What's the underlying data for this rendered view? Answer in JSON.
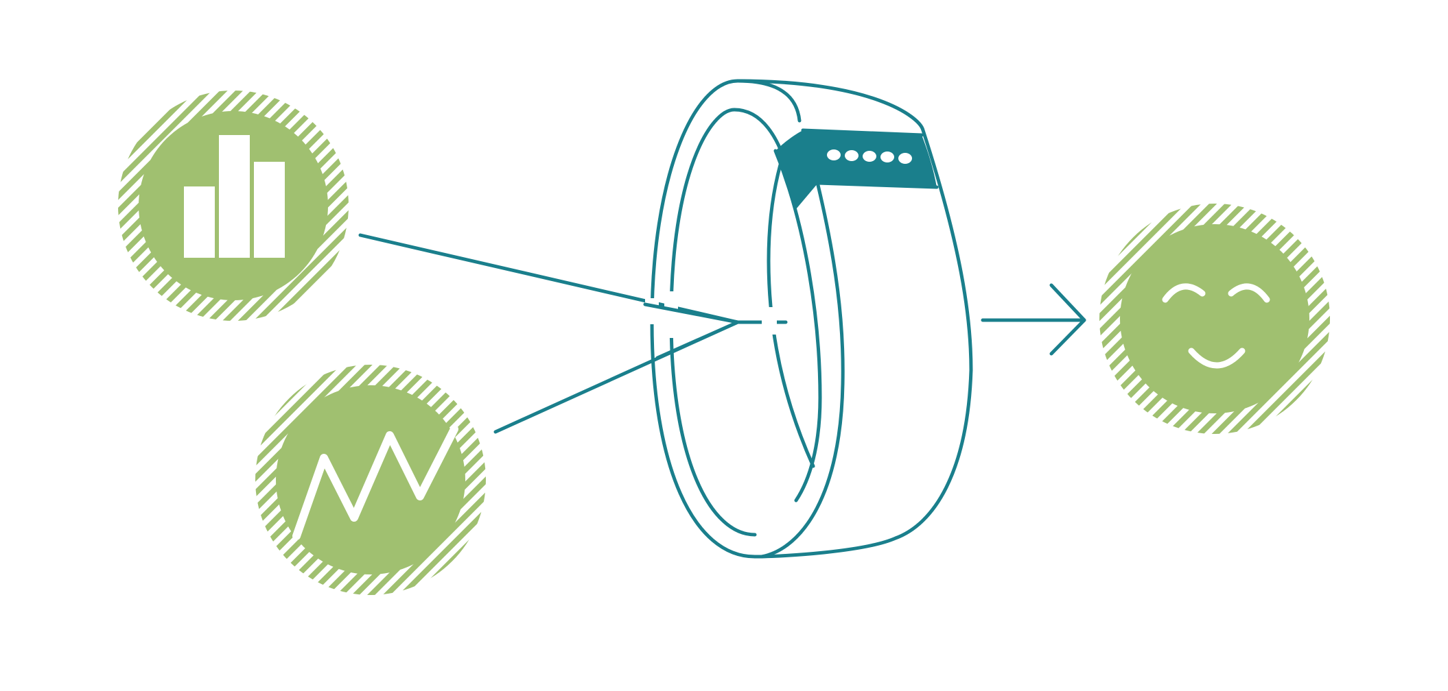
{
  "diagram": {
    "colors": {
      "teal": "#1a7f8c",
      "green": "#a0c070",
      "white": "#ffffff",
      "background": "#ffffff"
    },
    "nodes": [
      {
        "id": "bar-chart",
        "icon": "bar-chart-icon"
      },
      {
        "id": "waveform",
        "icon": "waveform-icon"
      },
      {
        "id": "fitness-band",
        "icon": "fitness-band-icon"
      },
      {
        "id": "smiley",
        "icon": "smiley-face-icon"
      }
    ],
    "band_dot_count": 5,
    "edges": [
      {
        "from": "bar-chart",
        "to": "fitness-band"
      },
      {
        "from": "waveform",
        "to": "fitness-band"
      },
      {
        "from": "fitness-band",
        "to": "smiley"
      }
    ]
  }
}
